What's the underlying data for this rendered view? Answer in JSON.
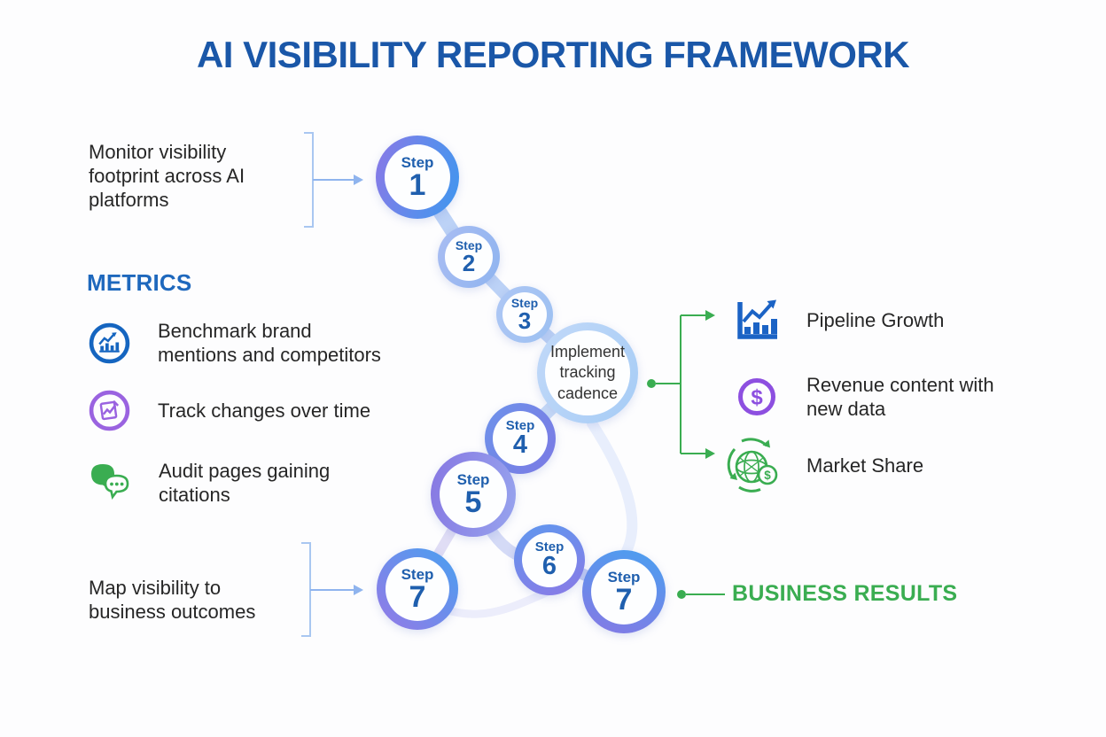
{
  "title": "AI VISIBILITY REPORTING FRAMEWORK",
  "notes": {
    "monitor": "Monitor visibility\nfootprint across AI\nplatforms",
    "map": "Map visibility to\nbusiness outcomes"
  },
  "metrics": {
    "heading": "METRICS",
    "items": [
      {
        "icon": "benchmark-chart-icon",
        "label": "Benchmark brand\nmentions and competitors",
        "color": "#1565c0"
      },
      {
        "icon": "track-changes-icon",
        "label": "Track changes over time",
        "color": "#9a63e0"
      },
      {
        "icon": "citations-chat-icon",
        "label": "Audit pages gaining\ncitations",
        "color": "#3aad51"
      }
    ]
  },
  "steps": [
    {
      "label": "Step",
      "number": "1"
    },
    {
      "label": "Step",
      "number": "2"
    },
    {
      "label": "Step",
      "number": "3"
    },
    {
      "label": "Step",
      "number": "4"
    },
    {
      "label": "Step",
      "number": "5"
    },
    {
      "label": "Step",
      "number": "6"
    },
    {
      "label": "Step",
      "number": "7"
    },
    {
      "label": "Step",
      "number": "7"
    }
  ],
  "implement": {
    "text": "Implement\ntracking\ncadence"
  },
  "results": {
    "heading": "BUSINESS RESULTS",
    "items": [
      {
        "icon": "pipeline-growth-icon",
        "label": "Pipeline Growth",
        "color": "#1b63c5"
      },
      {
        "icon": "revenue-dollar-icon",
        "label": "Revenue content with\nnew data",
        "color": "#8d4fe0"
      },
      {
        "icon": "market-share-globe-icon",
        "label": "Market Share",
        "color": "#3aad51"
      }
    ]
  },
  "icons": {
    "dollar": "$"
  },
  "colors": {
    "title_blue": "#1a57a8",
    "metrics_blue": "#1e68bd",
    "step_text_blue": "#1f5fae",
    "green": "#3aad51",
    "bracket_blue": "#a9c7f1",
    "band_blue": "#bcd2f6"
  }
}
